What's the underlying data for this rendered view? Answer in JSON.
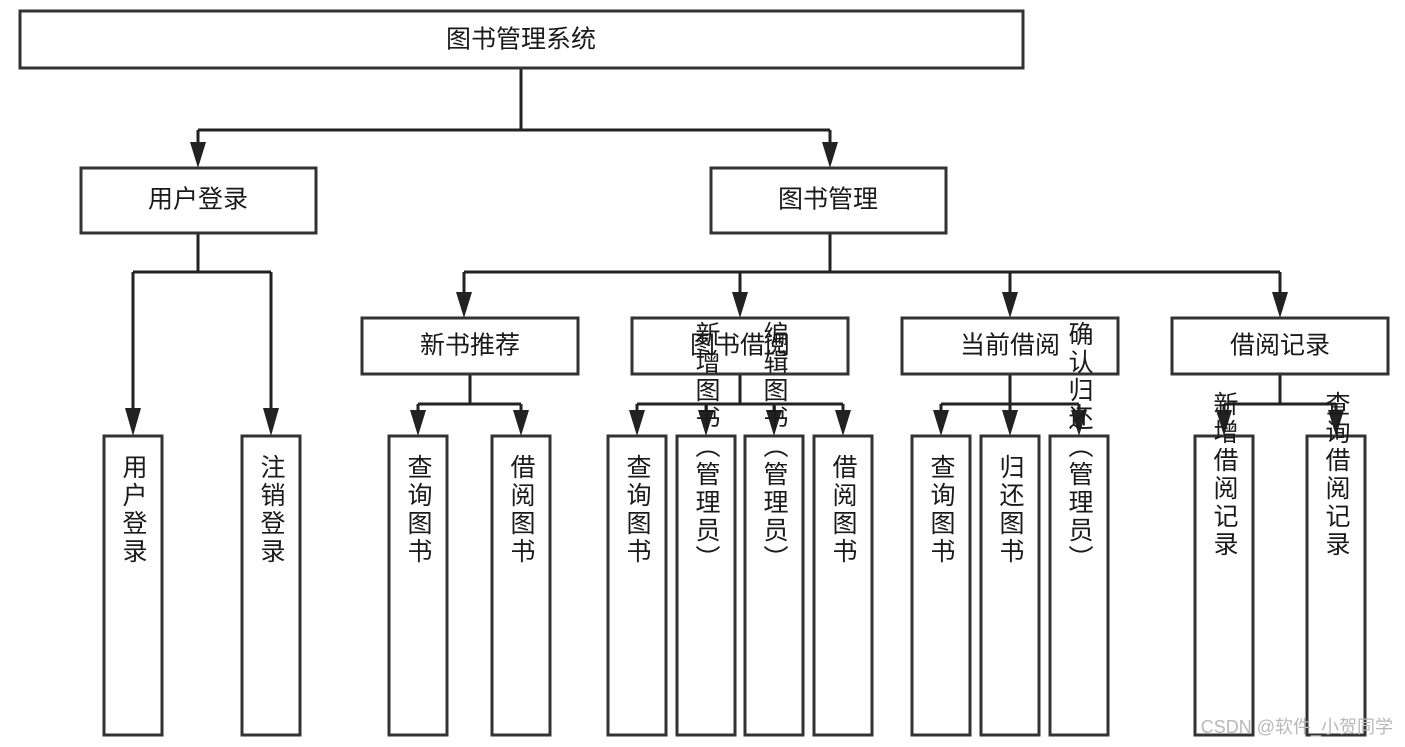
{
  "diagram": {
    "type": "tree-hierarchy-chart",
    "title": "图书管理系统",
    "orientation": "top-down",
    "levels": 4,
    "root": {
      "id": "root",
      "label": "图书管理系统",
      "level": 0
    },
    "level2": [
      {
        "id": "user-login",
        "label": "用户登录",
        "level": 1,
        "parent": "root"
      },
      {
        "id": "book-manage",
        "label": "图书管理",
        "level": 1,
        "parent": "root"
      }
    ],
    "level3": [
      {
        "id": "new-book-rec",
        "label": "新书推荐",
        "level": 2,
        "parent": "book-manage"
      },
      {
        "id": "book-borrow",
        "label": "图书借阅",
        "level": 2,
        "parent": "book-manage"
      },
      {
        "id": "current-borrow",
        "label": "当前借阅",
        "level": 2,
        "parent": "book-manage"
      },
      {
        "id": "borrow-record",
        "label": "借阅记录",
        "level": 2,
        "parent": "book-manage"
      }
    ],
    "leaves": [
      {
        "id": "leaf-user-login",
        "label": "用户登录",
        "parent": "user-login"
      },
      {
        "id": "leaf-logout-login",
        "label": "注销登录",
        "parent": "user-login"
      },
      {
        "id": "leaf-query-book-1",
        "label": "查询图书",
        "parent": "new-book-rec"
      },
      {
        "id": "leaf-borrow-book-1",
        "label": "借阅图书",
        "parent": "new-book-rec"
      },
      {
        "id": "leaf-query-book-2",
        "label": "查询图书",
        "parent": "book-borrow"
      },
      {
        "id": "leaf-add-book",
        "label": "新增图书（管理员）",
        "parent": "book-borrow"
      },
      {
        "id": "leaf-edit-book",
        "label": "编辑图书（管理员）",
        "parent": "book-borrow"
      },
      {
        "id": "leaf-borrow-book-2",
        "label": "借阅图书",
        "parent": "book-borrow"
      },
      {
        "id": "leaf-query-book-3",
        "label": "查询图书",
        "parent": "current-borrow"
      },
      {
        "id": "leaf-return-book",
        "label": "归还图书",
        "parent": "current-borrow"
      },
      {
        "id": "leaf-confirm-return",
        "label": "确认归还（管理员）",
        "parent": "current-borrow"
      },
      {
        "id": "leaf-add-record",
        "label": "新增借阅记录",
        "parent": "borrow-record"
      },
      {
        "id": "leaf-query-record",
        "label": "查询借阅记录",
        "parent": "borrow-record"
      }
    ],
    "colors": {
      "box_fill": "#ffffff",
      "box_stroke": "#333333",
      "edge": "#222222",
      "text": "#1a1a1a",
      "background": "#ffffff",
      "watermark": "#b9b9b9"
    }
  },
  "watermark": {
    "text": "CSDN @软件_小贺同学"
  }
}
